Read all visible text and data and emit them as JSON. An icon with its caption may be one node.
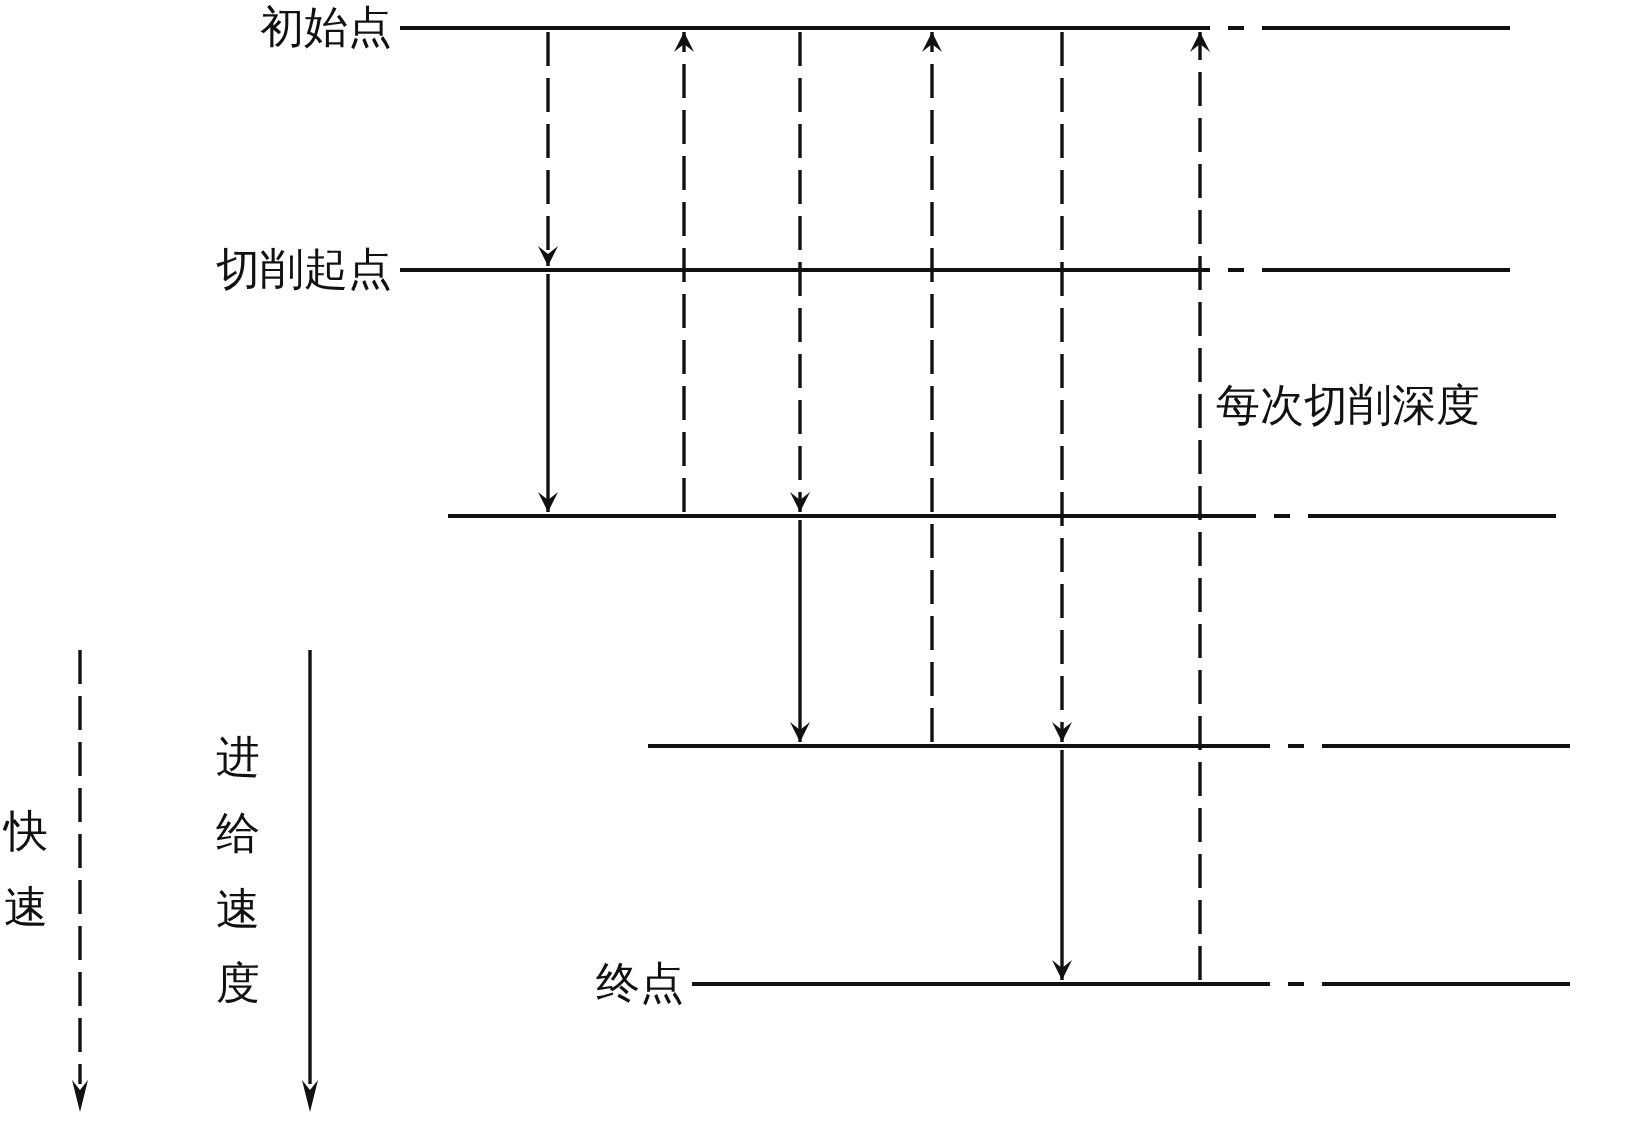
{
  "diagram": {
    "nodes": [
      {
        "text": [],
        "shape": "bar",
        "beside": [
          "初始点"
        ]
      },
      {
        "text": [],
        "shape": "bar",
        "beside": [
          "切削起点"
        ]
      },
      {
        "text": [],
        "shape": "bar"
      },
      {
        "text": [],
        "shape": "bar"
      },
      {
        "text": [],
        "shape": "bar",
        "beside": [
          "终点"
        ]
      }
    ],
    "edges": [
      {
        "from": 0,
        "to": 1,
        "arrow": "to",
        "style": "dashed"
      },
      {
        "from": 1,
        "to": 2,
        "arrow": "to"
      },
      {
        "from": 2,
        "to": 0,
        "arrow": "to",
        "style": "dashed"
      },
      {
        "from": 0,
        "to": 2,
        "arrow": "to",
        "style": "dashed"
      },
      {
        "from": 2,
        "to": 3,
        "arrow": "to"
      },
      {
        "from": 3,
        "to": 0,
        "arrow": "to",
        "style": "dashed"
      },
      {
        "from": 0,
        "to": 3,
        "arrow": "to",
        "style": "dashed"
      },
      {
        "from": 3,
        "to": 4,
        "arrow": "to"
      },
      {
        "from": 4,
        "to": 0,
        "arrow": "to",
        "style": "dashed"
      }
    ],
    "labels": [
      "每次切削深度"
    ],
    "legend": [
      {
        "text": "快速"
      },
      {
        "text": "进给速度"
      }
    ]
  }
}
